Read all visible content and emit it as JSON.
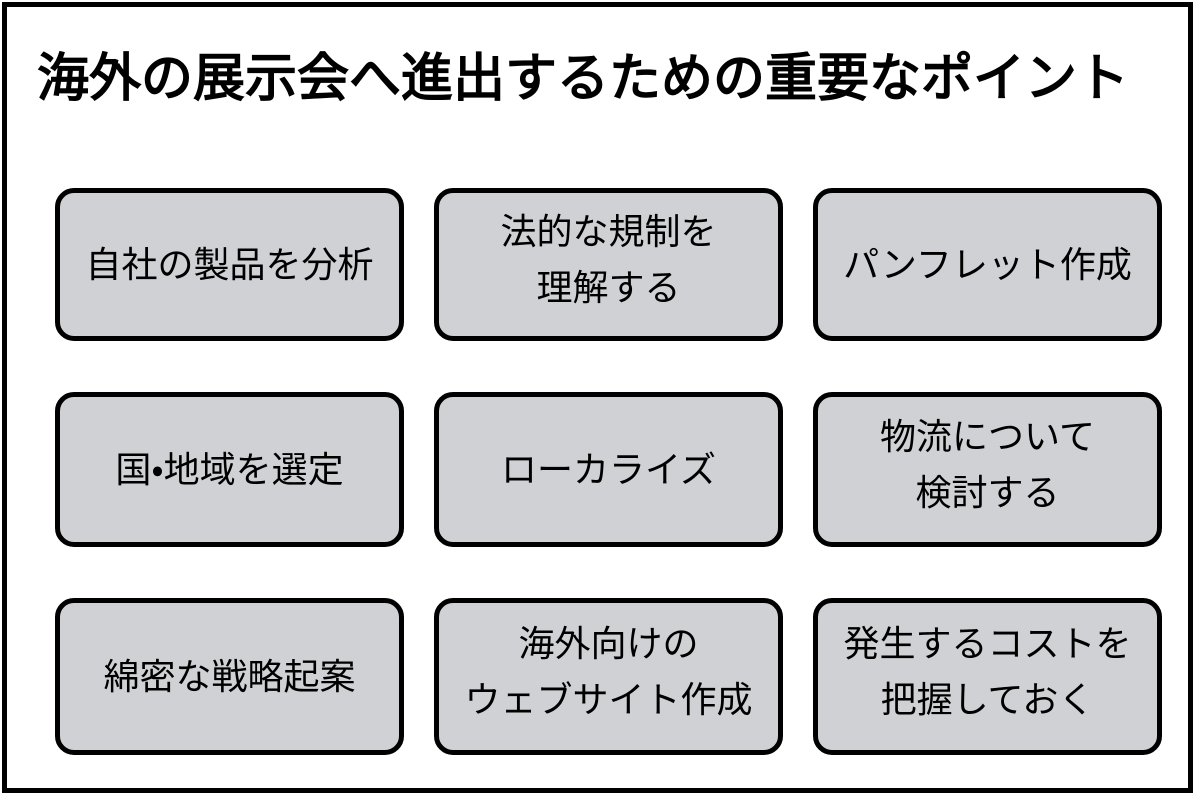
{
  "document": {
    "title": "海外の展示会へ進出するための重要なポイント",
    "background_color": "#ffffff",
    "frame_border_color": "#000000",
    "text_color": "#000000"
  },
  "card_style": {
    "fill_color": "#cfd1d4",
    "border_color": "#000000"
  },
  "grid": {
    "columns": 3,
    "rows": 3,
    "cards": [
      {
        "id": "card-1",
        "label": "自社の製品を分析",
        "lines": 1,
        "row": 1,
        "column": 1
      },
      {
        "id": "card-2",
        "label": "法的な規制を\n理解する",
        "lines": 2,
        "row": 1,
        "column": 2
      },
      {
        "id": "card-3",
        "label": "パンフレット作成",
        "lines": 1,
        "row": 1,
        "column": 3
      },
      {
        "id": "card-4",
        "label": "国・地域を選定",
        "lines": 1,
        "row": 2,
        "column": 1
      },
      {
        "id": "card-5",
        "label": "ローカライズ",
        "lines": 1,
        "row": 2,
        "column": 2
      },
      {
        "id": "card-6",
        "label": "物流について\n検討する",
        "lines": 2,
        "row": 2,
        "column": 3
      },
      {
        "id": "card-7",
        "label": "綿密な戦略起案",
        "lines": 1,
        "row": 3,
        "column": 1
      },
      {
        "id": "card-8",
        "label": "海外向けの\nウェブサイト作成",
        "lines": 2,
        "row": 3,
        "column": 2
      },
      {
        "id": "card-9",
        "label": "発生するコストを\n把握しておく",
        "lines": 2,
        "row": 3,
        "column": 3
      }
    ]
  }
}
